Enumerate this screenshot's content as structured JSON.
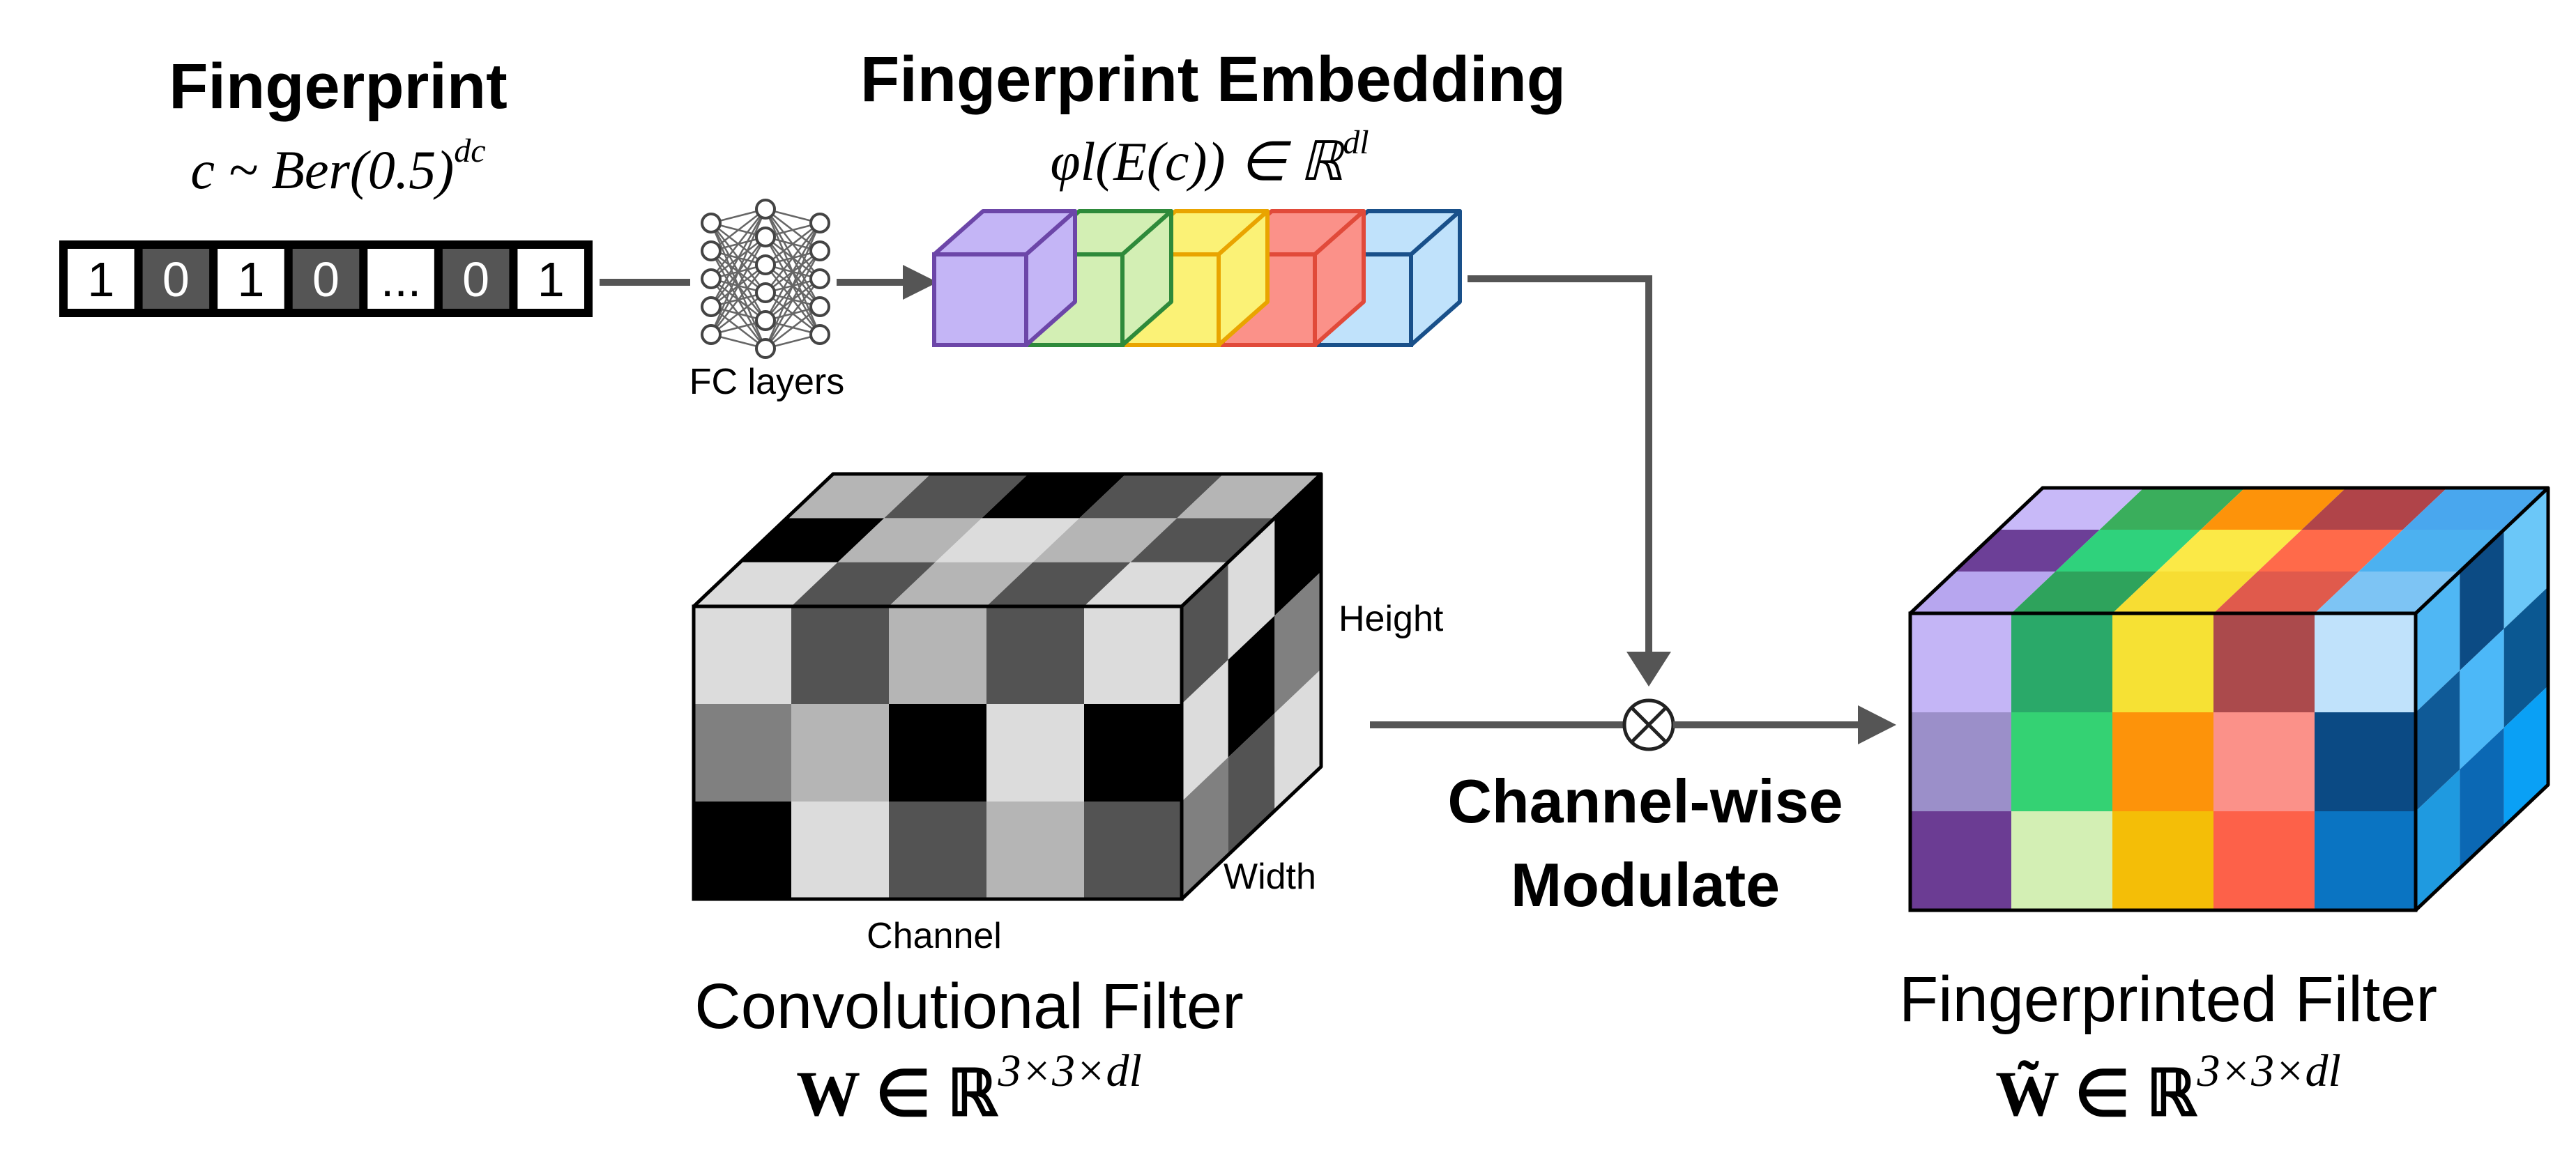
{
  "fingerprint": {
    "title": "Fingerprint",
    "formula": "c ~ Ber(0.5)",
    "formula_sup": "dc",
    "bits": [
      "1",
      "0",
      "1",
      "0",
      "...",
      "0",
      "1"
    ]
  },
  "fc_layers": {
    "label": "FC layers",
    "icon": "neural-network-icon"
  },
  "embedding": {
    "title": "Fingerprint Embedding",
    "formula": "φl(E(c)) ∈ ℝ",
    "formula_sup": "dl",
    "colors": [
      {
        "face": "#c4b5f6",
        "edge": "#6c46a8"
      },
      {
        "face": "#d3efb4",
        "edge": "#2e8a3a"
      },
      {
        "face": "#fbf276",
        "edge": "#e9a400"
      },
      {
        "face": "#fb9189",
        "edge": "#e14a3a"
      },
      {
        "face": "#c0e2fb",
        "edge": "#19508a"
      }
    ]
  },
  "conv_filter": {
    "title": "Convolutional Filter",
    "formula": "W ∈ ℝ",
    "formula_sup": "3×3×dl",
    "axis_height": "Height",
    "axis_width": "Width",
    "axis_channel": "Channel"
  },
  "modulate": {
    "line1": "Channel-wise",
    "line2": "Modulate",
    "operator": "⊗"
  },
  "fingerprinted": {
    "title": "Fingerprinted Filter",
    "formula": "W̃ ∈ ℝ",
    "formula_sup": "3×3×dl"
  }
}
